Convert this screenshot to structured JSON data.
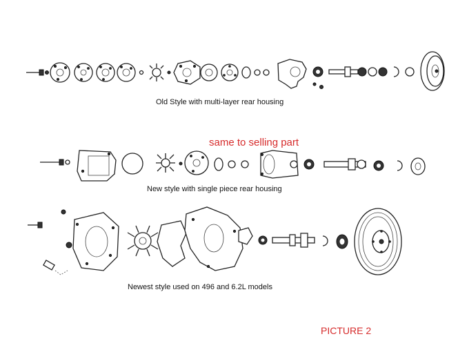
{
  "captions": {
    "old_style": "Old Style with multi-layer rear housing",
    "new_style": "New style with single piece rear housing",
    "newest_style": "Newest style used on 496 and 6.2L models"
  },
  "callout": {
    "same_part": "same to selling part",
    "picture_label": "PICTURE 2"
  },
  "colors": {
    "callout_red": "#d62b2b",
    "line_art": "#222222",
    "background": "#ffffff"
  }
}
